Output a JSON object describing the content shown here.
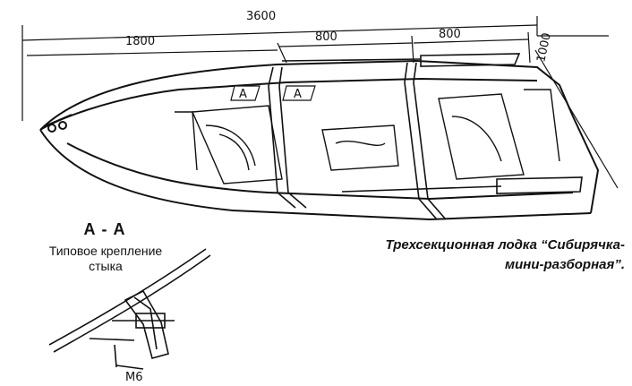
{
  "dimensions": {
    "total_length": "3600",
    "section_bow": "1800",
    "section_mid": "800",
    "section_stern": "800",
    "width": "1000"
  },
  "section_marker": "A",
  "section_view": {
    "title": "А - А",
    "subtitle_line1": "Типовое крепление",
    "subtitle_line2": "стыка",
    "bolt_label": "М6"
  },
  "caption": {
    "line1": "Трехсекционная лодка “Сибирячка-",
    "line2": "мини-разборная”."
  },
  "colors": {
    "ink": "#111111",
    "paper": "#ffffff"
  }
}
